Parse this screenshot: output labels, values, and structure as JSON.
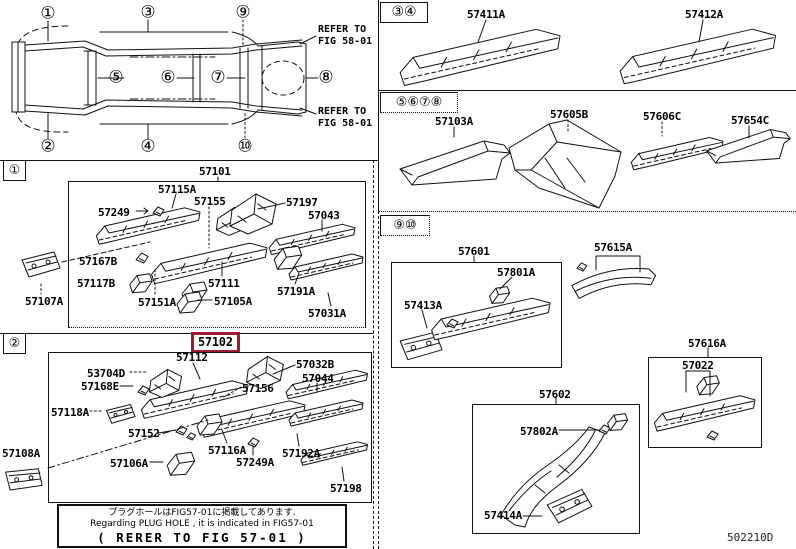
{
  "colors": {
    "highlight_red": "#9e1b32",
    "ink": "#111111"
  },
  "overview": {
    "callouts": [
      "①",
      "③",
      "⑨",
      "⑤",
      "⑥",
      "⑦",
      "⑧",
      "②",
      "④",
      "⑩"
    ],
    "refer_top": {
      "l1": "REFER TO",
      "l2": "FIG 58-01"
    },
    "refer_bottom": {
      "l1": "REFER TO",
      "l2": "FIG 58-01"
    }
  },
  "sections": {
    "s1": {
      "badge": "①",
      "assembly": "57101",
      "parts": {
        "p57115a": "57115A",
        "p57155": "57155",
        "p57249": "57249",
        "p57197": "57197",
        "p57043": "57043",
        "p57167b": "57167B",
        "p57117b": "57117B",
        "p57111": "57111",
        "p57107a": "57107A",
        "p57151a": "57151A",
        "p57105a": "57105A",
        "p57191a": "57191A",
        "p57031a": "57031A"
      }
    },
    "s2": {
      "badge": "②",
      "assembly": "57102",
      "parts": {
        "p57112": "57112",
        "p53704d": "53704D",
        "p57168e": "57168E",
        "p57032b": "57032B",
        "p57044": "57044",
        "p57156": "57156",
        "p57118a": "57118A",
        "p57152": "57152",
        "p57108a": "57108A",
        "p57106a": "57106A",
        "p57116a": "57116A",
        "p57249a": "57249A",
        "p57192a": "57192A",
        "p57198": "57198"
      },
      "note": {
        "jp": "プラグホールはFIG57-01に掲載してあります.",
        "en": "Regarding PLUG HOLE , it is indicated in FIG57-01",
        "ref": "( RERER TO FIG 57-01 )"
      }
    },
    "s34": {
      "badge": "③④",
      "parts": {
        "p57411a": "57411A",
        "p57412a": "57412A"
      }
    },
    "s5678": {
      "badge": "⑤⑥⑦⑧",
      "parts": {
        "p57103a": "57103A",
        "p57605b": "57605B",
        "p57606c": "57606C",
        "p57654c": "57654C"
      }
    },
    "s910": {
      "badge": "⑨⑩",
      "g57601": {
        "assembly": "57601",
        "parts": {
          "p57801a": "57801A",
          "p57413a": "57413A"
        }
      },
      "p57615a": "57615A",
      "g57616a": {
        "assembly": "57616A",
        "parts": {
          "p57022": "57022"
        }
      },
      "g57602": {
        "assembly": "57602",
        "parts": {
          "p57802a": "57802A",
          "p57414a": "57414A"
        }
      }
    }
  },
  "footer": {
    "doc_code": "502210D"
  }
}
